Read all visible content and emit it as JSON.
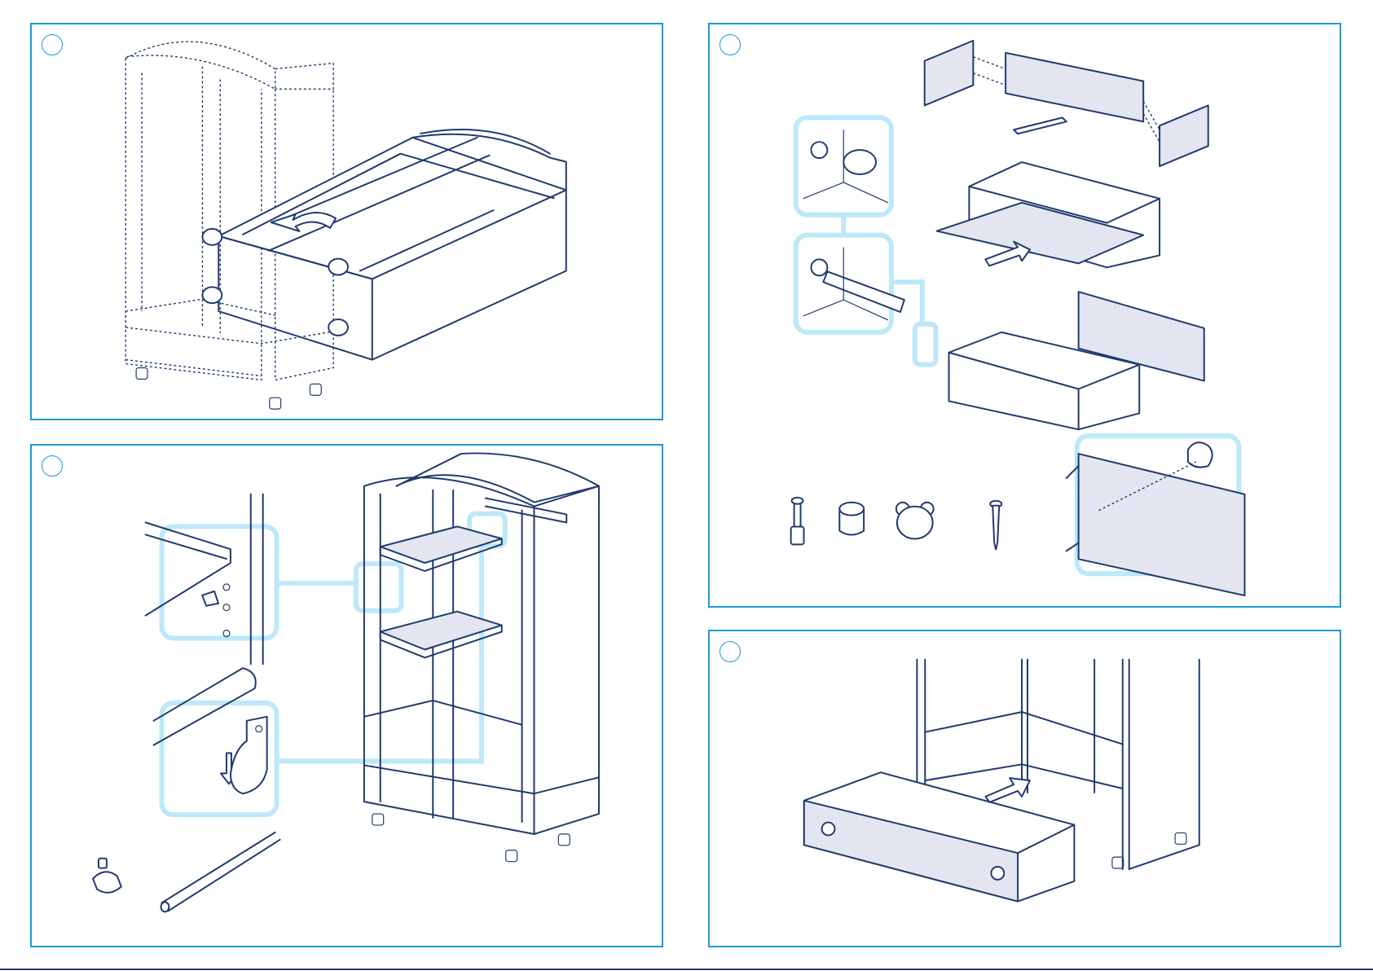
{
  "colors": {
    "frame": "#1b9ad6",
    "line": "#1f3a6e",
    "highlight": "#bde8f8",
    "panel_fill": "#e3e6f0"
  },
  "steps": [
    {
      "number": ""
    },
    {
      "number": ""
    },
    {
      "number": ""
    },
    {
      "number": ""
    }
  ],
  "hardware": {
    "step2": [
      "shelf-support-pin",
      "hanging-rail"
    ],
    "step3": [
      "dowel-bolt",
      "cam-lock",
      "bear-knob",
      "wood-screw"
    ]
  }
}
